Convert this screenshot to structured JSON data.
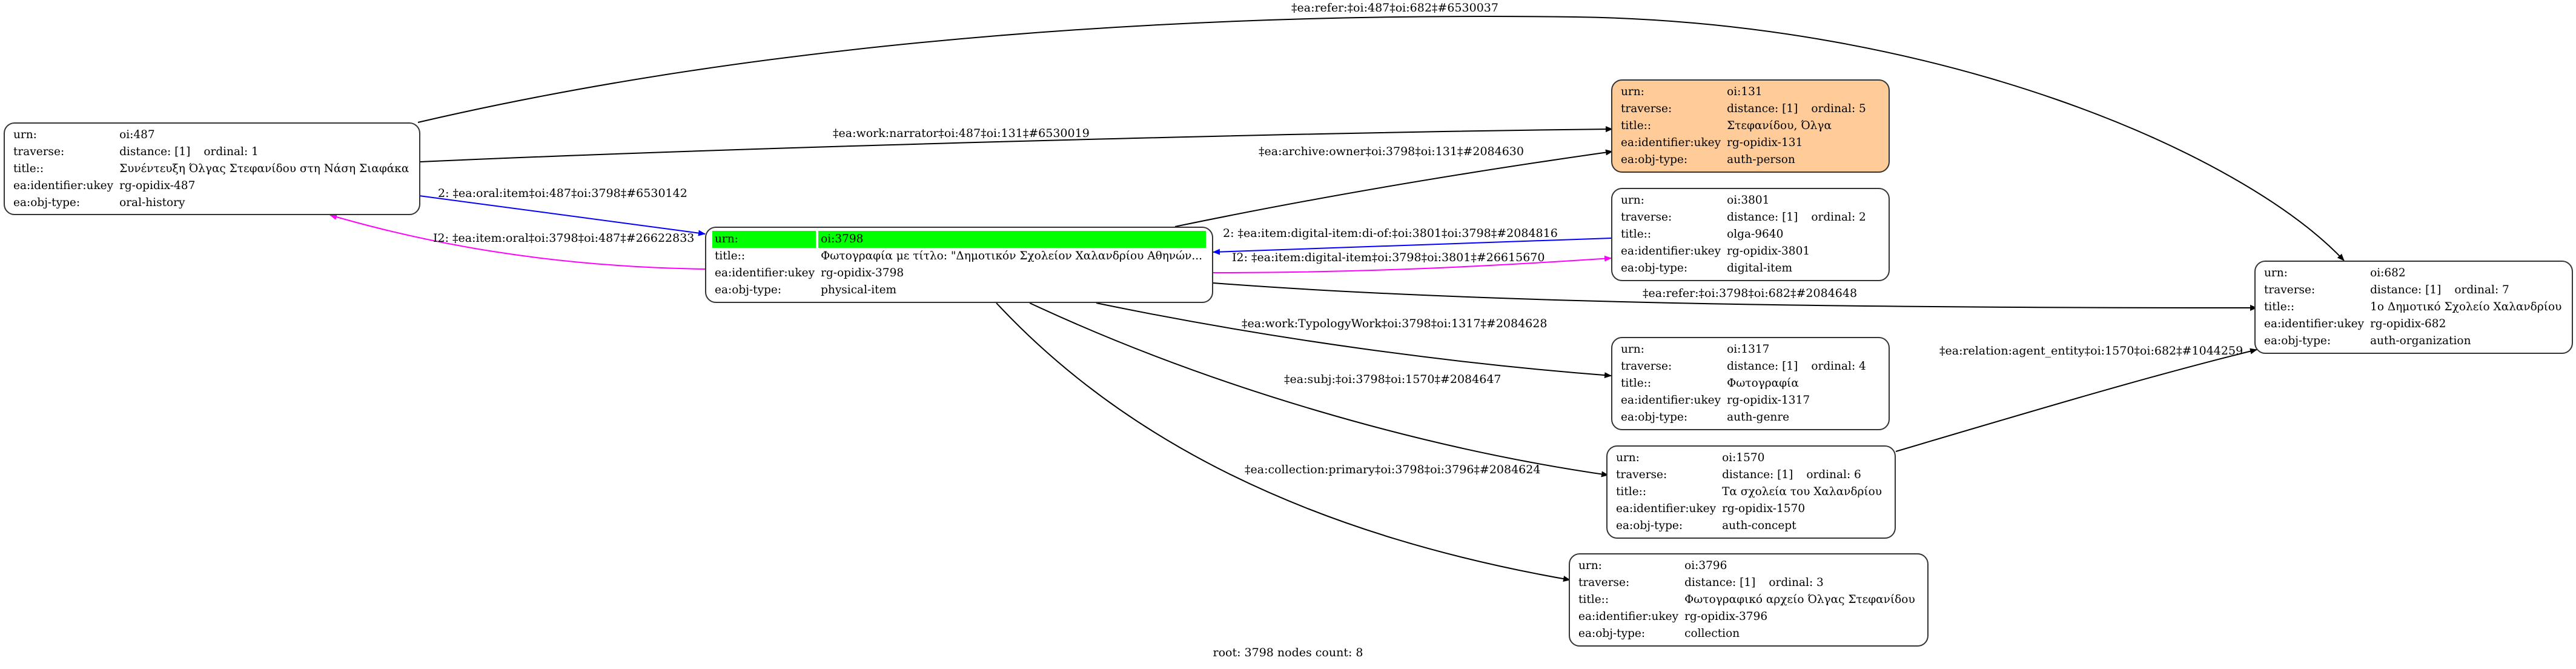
{
  "graph": {
    "root": "3798",
    "footer": "root: 3798 nodes count: 8",
    "colors": {
      "default_edge": "#000000",
      "forward_edge": "#0000ff",
      "inverse_edge": "#ff00ff",
      "root_highlight": "#00ff00",
      "person_fill": "#ffcc99"
    },
    "nodes": {
      "n487": {
        "urn_label": "urn:",
        "urn": "oi:487",
        "traverse_label": "traverse:",
        "distance": "distance: [1]",
        "ordinal": "ordinal: 1",
        "title_label": "title::",
        "title": "Συνέντευξη Όλγας Στεφανίδου στη Νάση Σιαφάκα",
        "ukey_label": "ea:identifier:ukey",
        "ukey": "rg-opidix-487",
        "type_label": "ea:obj-type:",
        "obj_type": "oral-history"
      },
      "n3798": {
        "urn_label": "urn:",
        "urn": "oi:3798",
        "title_label": "title::",
        "title": "Φωτογραφία με τίτλο: \"Δημοτικόν Σχολείον Χαλανδρίου Αθηνών...",
        "ukey_label": "ea:identifier:ukey",
        "ukey": "rg-opidix-3798",
        "type_label": "ea:obj-type:",
        "obj_type": "physical-item"
      },
      "n131": {
        "urn_label": "urn:",
        "urn": "oi:131",
        "traverse_label": "traverse:",
        "distance": "distance: [1]",
        "ordinal": "ordinal: 5",
        "title_label": "title::",
        "title": "Στεφανίδου, Όλγα",
        "ukey_label": "ea:identifier:ukey",
        "ukey": "rg-opidix-131",
        "type_label": "ea:obj-type:",
        "obj_type": "auth-person"
      },
      "n3801": {
        "urn_label": "urn:",
        "urn": "oi:3801",
        "traverse_label": "traverse:",
        "distance": "distance: [1]",
        "ordinal": "ordinal: 2",
        "title_label": "title::",
        "title": "olga-9640",
        "ukey_label": "ea:identifier:ukey",
        "ukey": "rg-opidix-3801",
        "type_label": "ea:obj-type:",
        "obj_type": "digital-item"
      },
      "n1317": {
        "urn_label": "urn:",
        "urn": "oi:1317",
        "traverse_label": "traverse:",
        "distance": "distance: [1]",
        "ordinal": "ordinal: 4",
        "title_label": "title::",
        "title": "Φωτογραφία",
        "ukey_label": "ea:identifier:ukey",
        "ukey": "rg-opidix-1317",
        "type_label": "ea:obj-type:",
        "obj_type": "auth-genre"
      },
      "n1570": {
        "urn_label": "urn:",
        "urn": "oi:1570",
        "traverse_label": "traverse:",
        "distance": "distance: [1]",
        "ordinal": "ordinal: 6",
        "title_label": "title::",
        "title": "Τα σχολεία του Χαλανδρίου",
        "ukey_label": "ea:identifier:ukey",
        "ukey": "rg-opidix-1570",
        "type_label": "ea:obj-type:",
        "obj_type": "auth-concept"
      },
      "n3796": {
        "urn_label": "urn:",
        "urn": "oi:3796",
        "traverse_label": "traverse:",
        "distance": "distance: [1]",
        "ordinal": "ordinal: 3",
        "title_label": "title::",
        "title": "Φωτογραφικό αρχείο Όλγας Στεφανίδου",
        "ukey_label": "ea:identifier:ukey",
        "ukey": "rg-opidix-3796",
        "type_label": "ea:obj-type:",
        "obj_type": "collection"
      },
      "n682": {
        "urn_label": "urn:",
        "urn": "oi:682",
        "traverse_label": "traverse:",
        "distance": "distance: [1]",
        "ordinal": "ordinal: 7",
        "title_label": "title::",
        "title": "1ο Δημοτικό Σχολείο Χαλανδρίου",
        "ukey_label": "ea:identifier:ukey",
        "ukey": "rg-opidix-682",
        "type_label": "ea:obj-type:",
        "obj_type": "auth-organization"
      }
    },
    "edges": [
      {
        "id": "e1",
        "from": "oi:487",
        "to": "oi:682",
        "kind": "default",
        "label": "‡ea:refer:‡oi:487‡oi:682‡#6530037"
      },
      {
        "id": "e2",
        "from": "oi:487",
        "to": "oi:131",
        "kind": "default",
        "label": "‡ea:work:narrator‡oi:487‡oi:131‡#6530019"
      },
      {
        "id": "e3",
        "from": "oi:3798",
        "to": "oi:131",
        "kind": "default",
        "label": "‡ea:archive:owner‡oi:3798‡oi:131‡#2084630"
      },
      {
        "id": "e4",
        "from": "oi:487",
        "to": "oi:3798",
        "kind": "forward",
        "label": "2: ‡ea:oral:item‡oi:487‡oi:3798‡#6530142"
      },
      {
        "id": "e5",
        "from": "oi:3798",
        "to": "oi:487",
        "kind": "inverse",
        "label": "I2: ‡ea:item:oral‡oi:3798‡oi:487‡#26622833"
      },
      {
        "id": "e6",
        "from": "oi:3801",
        "to": "oi:3798",
        "kind": "forward",
        "label": "2: ‡ea:item:digital-item:di-of:‡oi:3801‡oi:3798‡#2084816"
      },
      {
        "id": "e7",
        "from": "oi:3798",
        "to": "oi:3801",
        "kind": "inverse",
        "label": "I2: ‡ea:item:digital-item‡oi:3798‡oi:3801‡#26615670"
      },
      {
        "id": "e8",
        "from": "oi:3798",
        "to": "oi:682",
        "kind": "default",
        "label": "‡ea:refer:‡oi:3798‡oi:682‡#2084648"
      },
      {
        "id": "e9",
        "from": "oi:3798",
        "to": "oi:1317",
        "kind": "default",
        "label": "‡ea:work:TypologyWork‡oi:3798‡oi:1317‡#2084628"
      },
      {
        "id": "e10",
        "from": "oi:3798",
        "to": "oi:1570",
        "kind": "default",
        "label": "‡ea:subj:‡oi:3798‡oi:1570‡#2084647"
      },
      {
        "id": "e11",
        "from": "oi:1570",
        "to": "oi:682",
        "kind": "default",
        "label": "‡ea:relation:agent_entity‡oi:1570‡oi:682‡#1044259"
      },
      {
        "id": "e12",
        "from": "oi:3798",
        "to": "oi:3796",
        "kind": "default",
        "label": "‡ea:collection:primary‡oi:3798‡oi:3796‡#2084624"
      }
    ]
  }
}
